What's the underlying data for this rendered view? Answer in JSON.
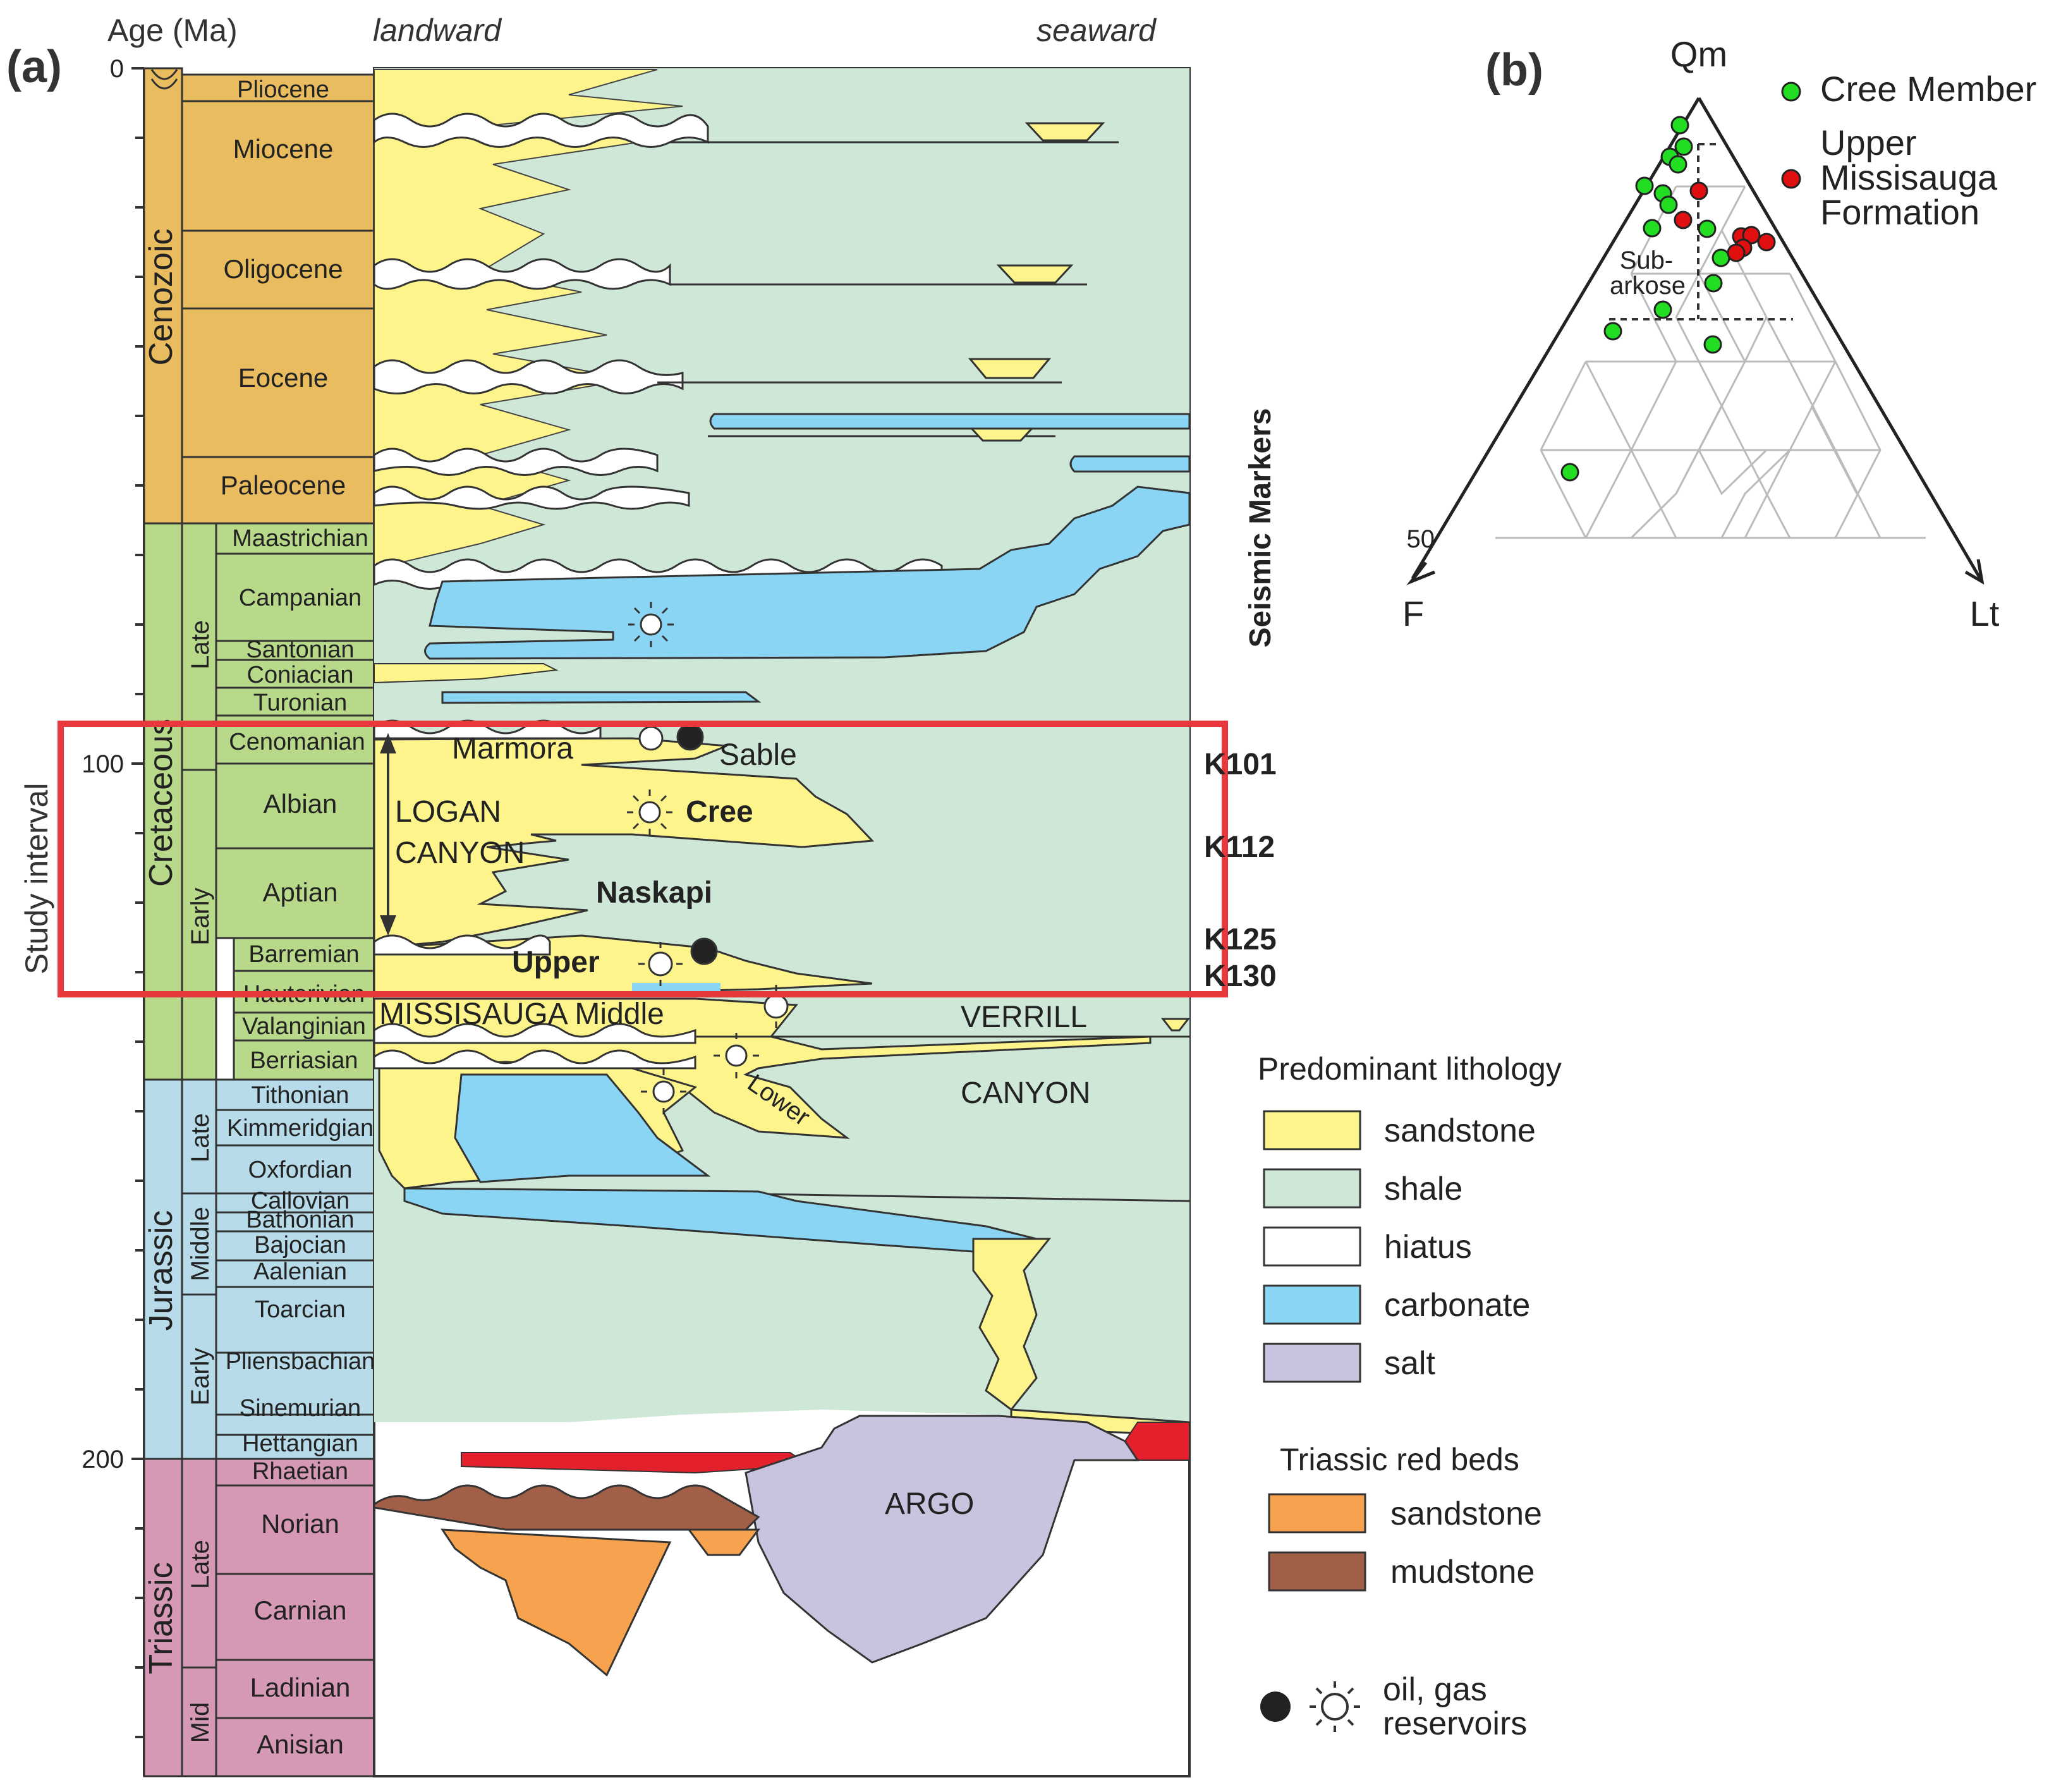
{
  "panel_a": {
    "label": "(a)",
    "axis_title": "Age (Ma)",
    "age_ticks": [
      "0",
      "100",
      "200"
    ],
    "direction_left": "landward",
    "direction_right": "seaward",
    "study_interval_label": "Study interval",
    "seismic_markers_title": "Seismic Markers",
    "seismic_markers": [
      "K101",
      "K112",
      "K125",
      "K130"
    ],
    "eras": [
      "Cenozoic",
      "Cretaceous",
      "Jurassic",
      "Triassic"
    ],
    "subepochs": [
      "Late",
      "Early",
      "Late",
      "Middle",
      "Early",
      "Late",
      "Mid"
    ],
    "cenozoic_epochs": [
      "Pliocene",
      "Miocene",
      "Oligocene",
      "Eocene",
      "Paleocene"
    ],
    "stages": [
      "Maastrichian",
      "Campanian",
      "Santonian",
      "Coniacian",
      "Turonian",
      "Cenomanian",
      "Albian",
      "Aptian",
      "Barremian",
      "Hauterivian",
      "Valanginian",
      "Berriasian",
      "Tithonian",
      "Kimmeridgian",
      "Oxfordian",
      "Callovian",
      "Bathonian",
      "Bajocian",
      "Aalenian",
      "Toarcian",
      "Pliensbachian",
      "Sinemurian",
      "Hettangian",
      "Rhaetian",
      "Norian",
      "Carnian",
      "Ladinian",
      "Anisian"
    ],
    "formations": {
      "marmora": "Marmora",
      "sable": "Sable",
      "logan": "LOGAN",
      "canyon1": "CANYON",
      "cree": "Cree",
      "naskapi": "Naskapi",
      "upper": "Upper",
      "missisauga_middle": "MISSISAUGA Middle",
      "verrill": "VERRILL",
      "canyon2": "CANYON",
      "lower": "Lower",
      "argo": "ARGO"
    }
  },
  "legend": {
    "lithology_title": "Predominant lithology",
    "lithology": [
      {
        "label": "sandstone",
        "color": "#fdf48c"
      },
      {
        "label": "shale",
        "color": "#cfe7d6"
      },
      {
        "label": "hiatus",
        "color": "#ffffff"
      },
      {
        "label": "carbonate",
        "color": "#8ad5f3"
      },
      {
        "label": "salt",
        "color": "#c9c3df"
      }
    ],
    "triassic_title": "Triassic red beds",
    "triassic": [
      {
        "label": "sandstone",
        "color": "#f6a24e"
      },
      {
        "label": "mudstone",
        "color": "#a15f48"
      }
    ],
    "reservoir_label_1": "oil, gas",
    "reservoir_label_2": "reservoirs"
  },
  "panel_b": {
    "label": "(b)",
    "apex_top": "Qm",
    "apex_left": "F",
    "apex_right": "Lt",
    "tick_50": "50",
    "field_label_1": "Sub-",
    "field_label_2": "arkose",
    "legend_cree": "Cree Member",
    "legend_upper_1": "Upper",
    "legend_upper_2": "Missisauga",
    "legend_upper_3": "Formation",
    "cree_color": "#22dd22",
    "upper_color": "#e01010"
  }
}
